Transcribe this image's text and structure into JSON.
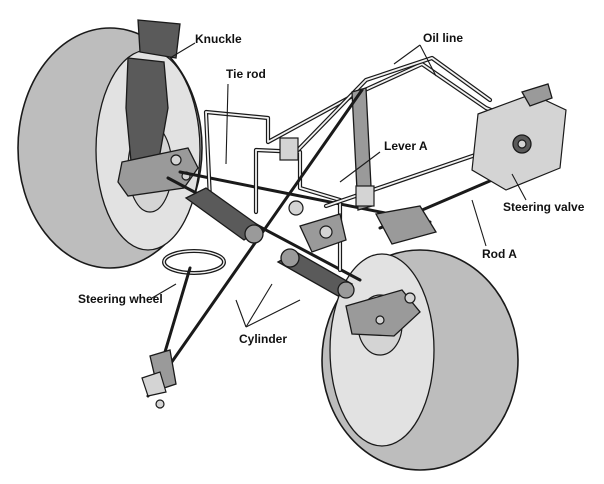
{
  "labels": {
    "knuckle": "Knuckle",
    "oil_line": "Oil line",
    "tie_rod": "Tie rod",
    "lever_a": "Lever A",
    "steering_valve": "Steering valve",
    "rod_a": "Rod A",
    "steering_wheel": "Steering wheel",
    "cylinder": "Cylinder"
  }
}
